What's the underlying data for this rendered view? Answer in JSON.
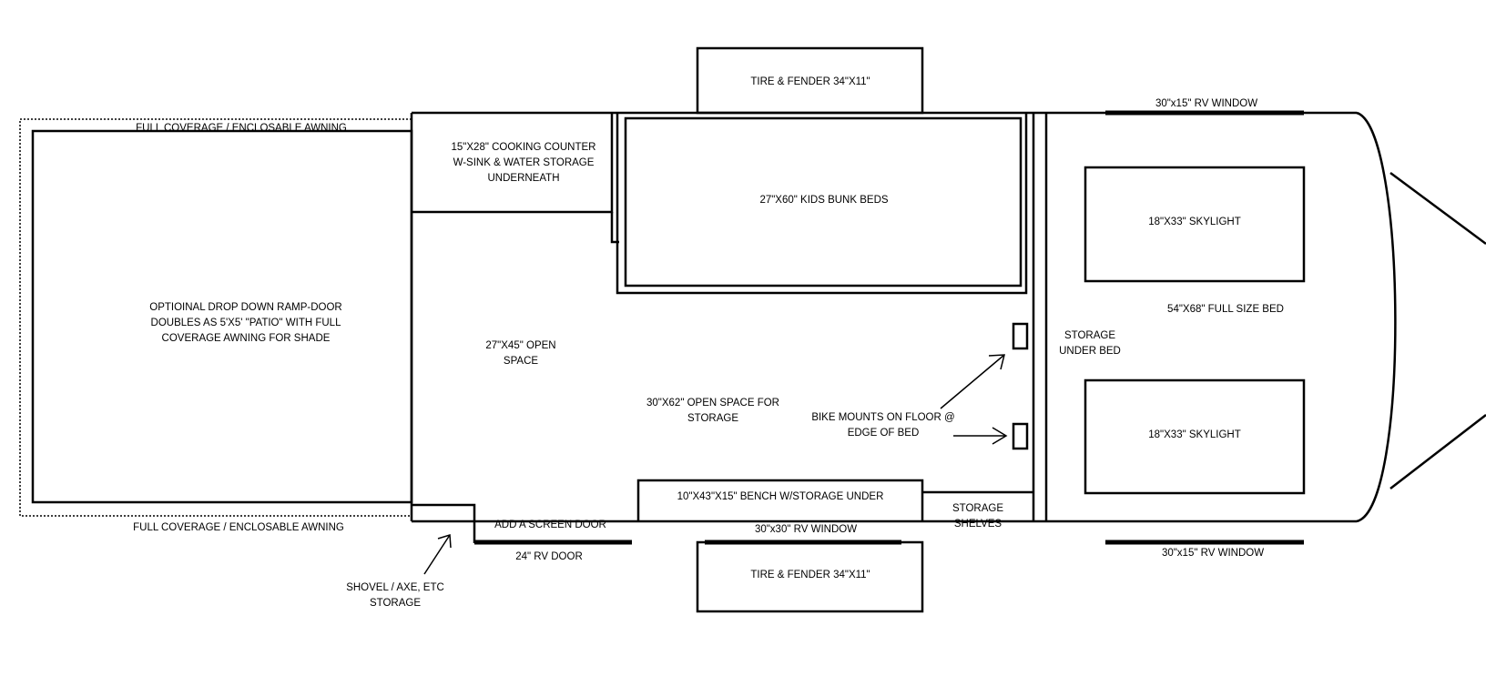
{
  "labels": {
    "awning_top": "FULL COVERAGE / ENCLOSABLE AWNING",
    "awning_bottom": "FULL COVERAGE / ENCLOSABLE AWNING",
    "ramp_door": "OPTIOINAL DROP DOWN RAMP-DOOR\nDOUBLES AS 5'X5'  \"PATIO\"  WITH FULL\nCOVERAGE AWNING FOR SHADE",
    "cooking_counter": "15\"X28\" COOKING COUNTER\nW-SINK & WATER STORAGE\nUNDERNEATH",
    "tire_fender_top": "TIRE & FENDER 34\"X11\"",
    "tire_fender_bottom": "TIRE & FENDER 34\"X11\"",
    "kids_bunk_beds": "27\"X60\" KIDS BUNK BEDS",
    "rv_window_top_right": "30\"x15\" RV WINDOW",
    "rv_window_bottom_right": "30\"x15\" RV WINDOW",
    "skylight_top": "18\"X33\" SKYLIGHT",
    "skylight_bottom": "18\"X33\" SKYLIGHT",
    "full_size_bed": "54\"X68\" FULL SIZE BED",
    "storage_under_bed": "STORAGE\nUNDER BED",
    "open_space_27x45": "27\"X45\" OPEN\nSPACE",
    "open_space_storage": "30\"X62\" OPEN SPACE FOR STORAGE",
    "bike_mounts": "BIKE MOUNTS ON FLOOR @\nEDGE OF BED",
    "bench": "10\"X43\"X15\" BENCH W/STORAGE UNDER",
    "rv_window_bench": "30\"x30\" RV WINDOW",
    "storage_shelves": "STORAGE\nSHELVES",
    "screen_door": "ADD A SCREEN DOOR",
    "rv_door": "24\" RV DOOR",
    "shovel_storage": "SHOVEL / AXE, ETC\nSTORAGE"
  }
}
